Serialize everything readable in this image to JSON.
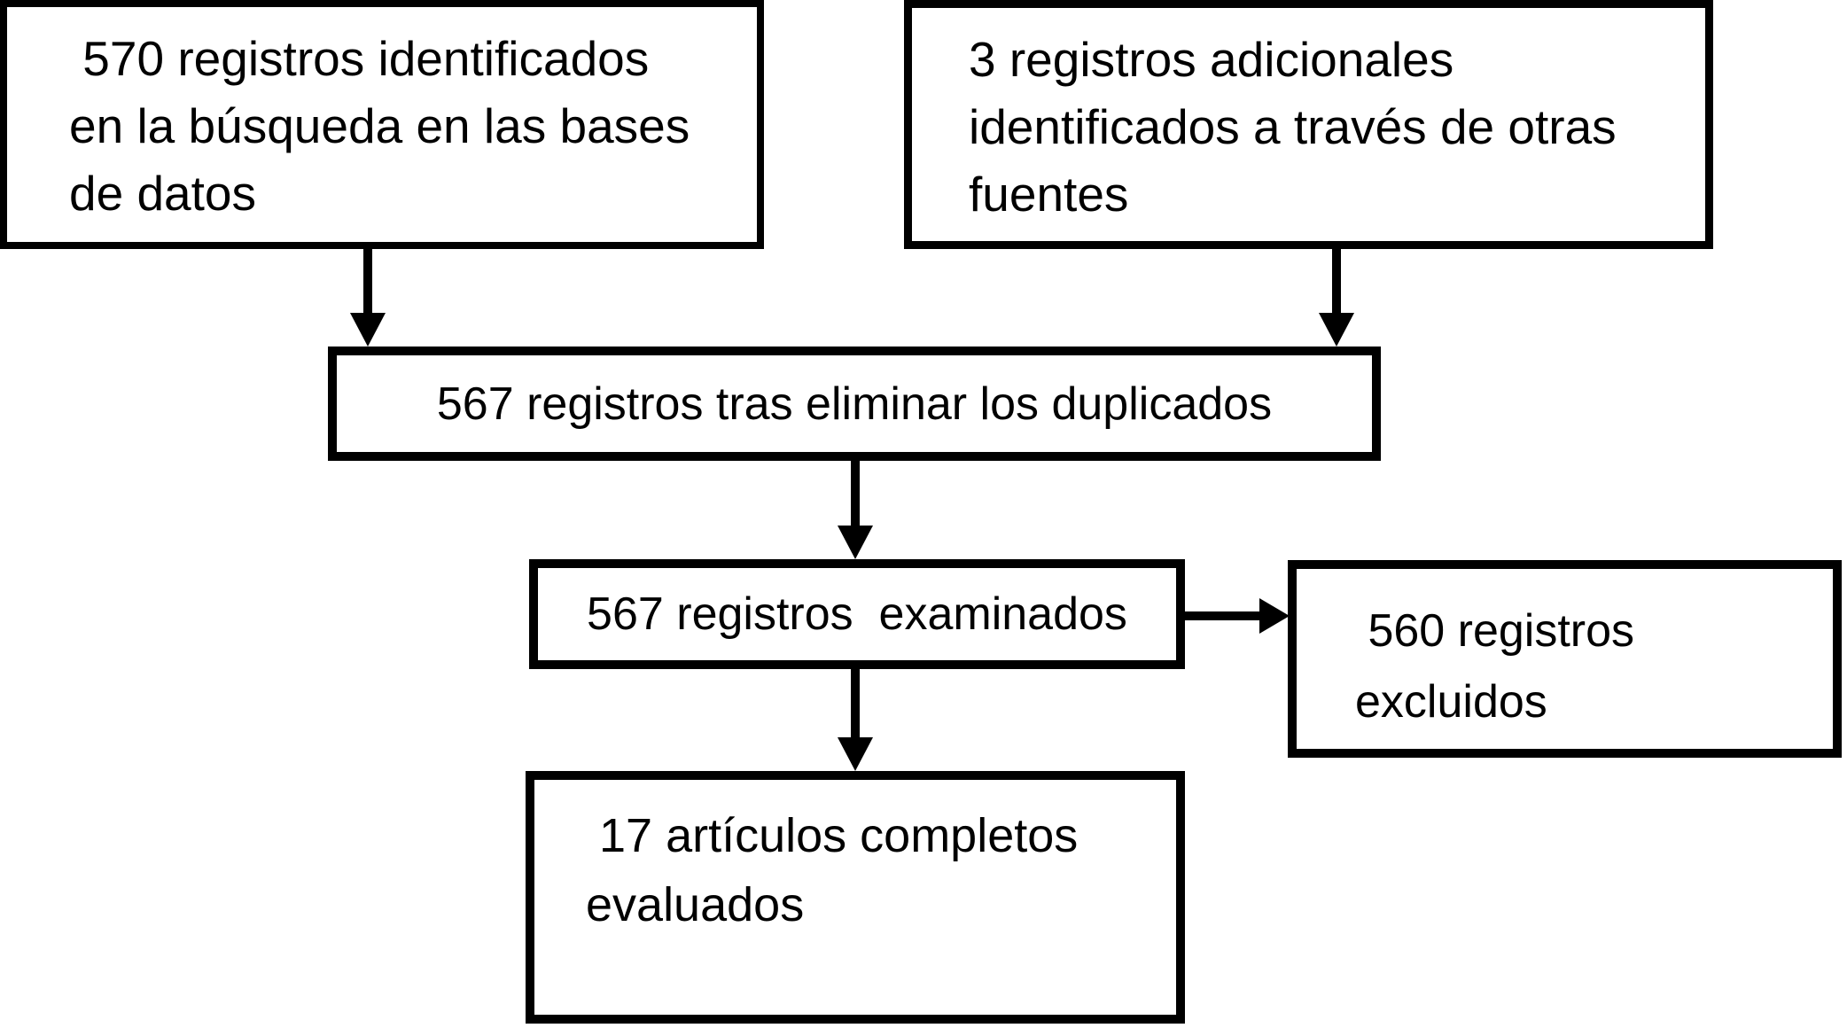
{
  "colors": {
    "background": "#ffffff",
    "line": "#000000",
    "box_fill": "#ffffff"
  },
  "flowchart": {
    "boxes": {
      "identified_databases": {
        "lines": [
          " 570 registros identificados",
          "en la búsqueda en las bases",
          "de datos"
        ]
      },
      "identified_other_sources": {
        "lines": [
          "3 registros adicionales",
          "identificados a través de otras",
          "fuentes"
        ]
      },
      "after_duplicates_removed": {
        "lines": [
          "567 registros tras eliminar los duplicados"
        ]
      },
      "records_screened": {
        "lines": [
          "567 registros  examinados"
        ]
      },
      "records_excluded": {
        "lines": [
          " 560 registros",
          "excluidos"
        ]
      },
      "fulltext_assessed": {
        "lines": [
          " 17 artículos completos",
          "evaluados"
        ]
      }
    }
  }
}
